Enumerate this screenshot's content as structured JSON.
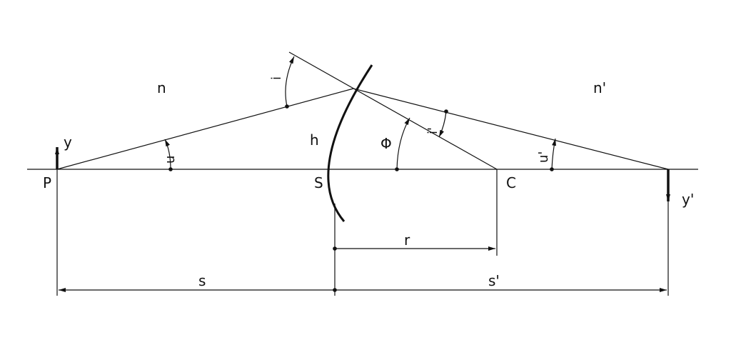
{
  "labels": {
    "n": "n",
    "n_prime": "n'",
    "y": "y",
    "y_prime": "y'",
    "P": "P",
    "S": "S",
    "C": "C",
    "h": "h",
    "i": "i",
    "i_prime": "i'",
    "u": "u",
    "u_prime": "u'",
    "phi": "Φ",
    "r": "r",
    "s": "s",
    "s_prime": "s'"
  }
}
